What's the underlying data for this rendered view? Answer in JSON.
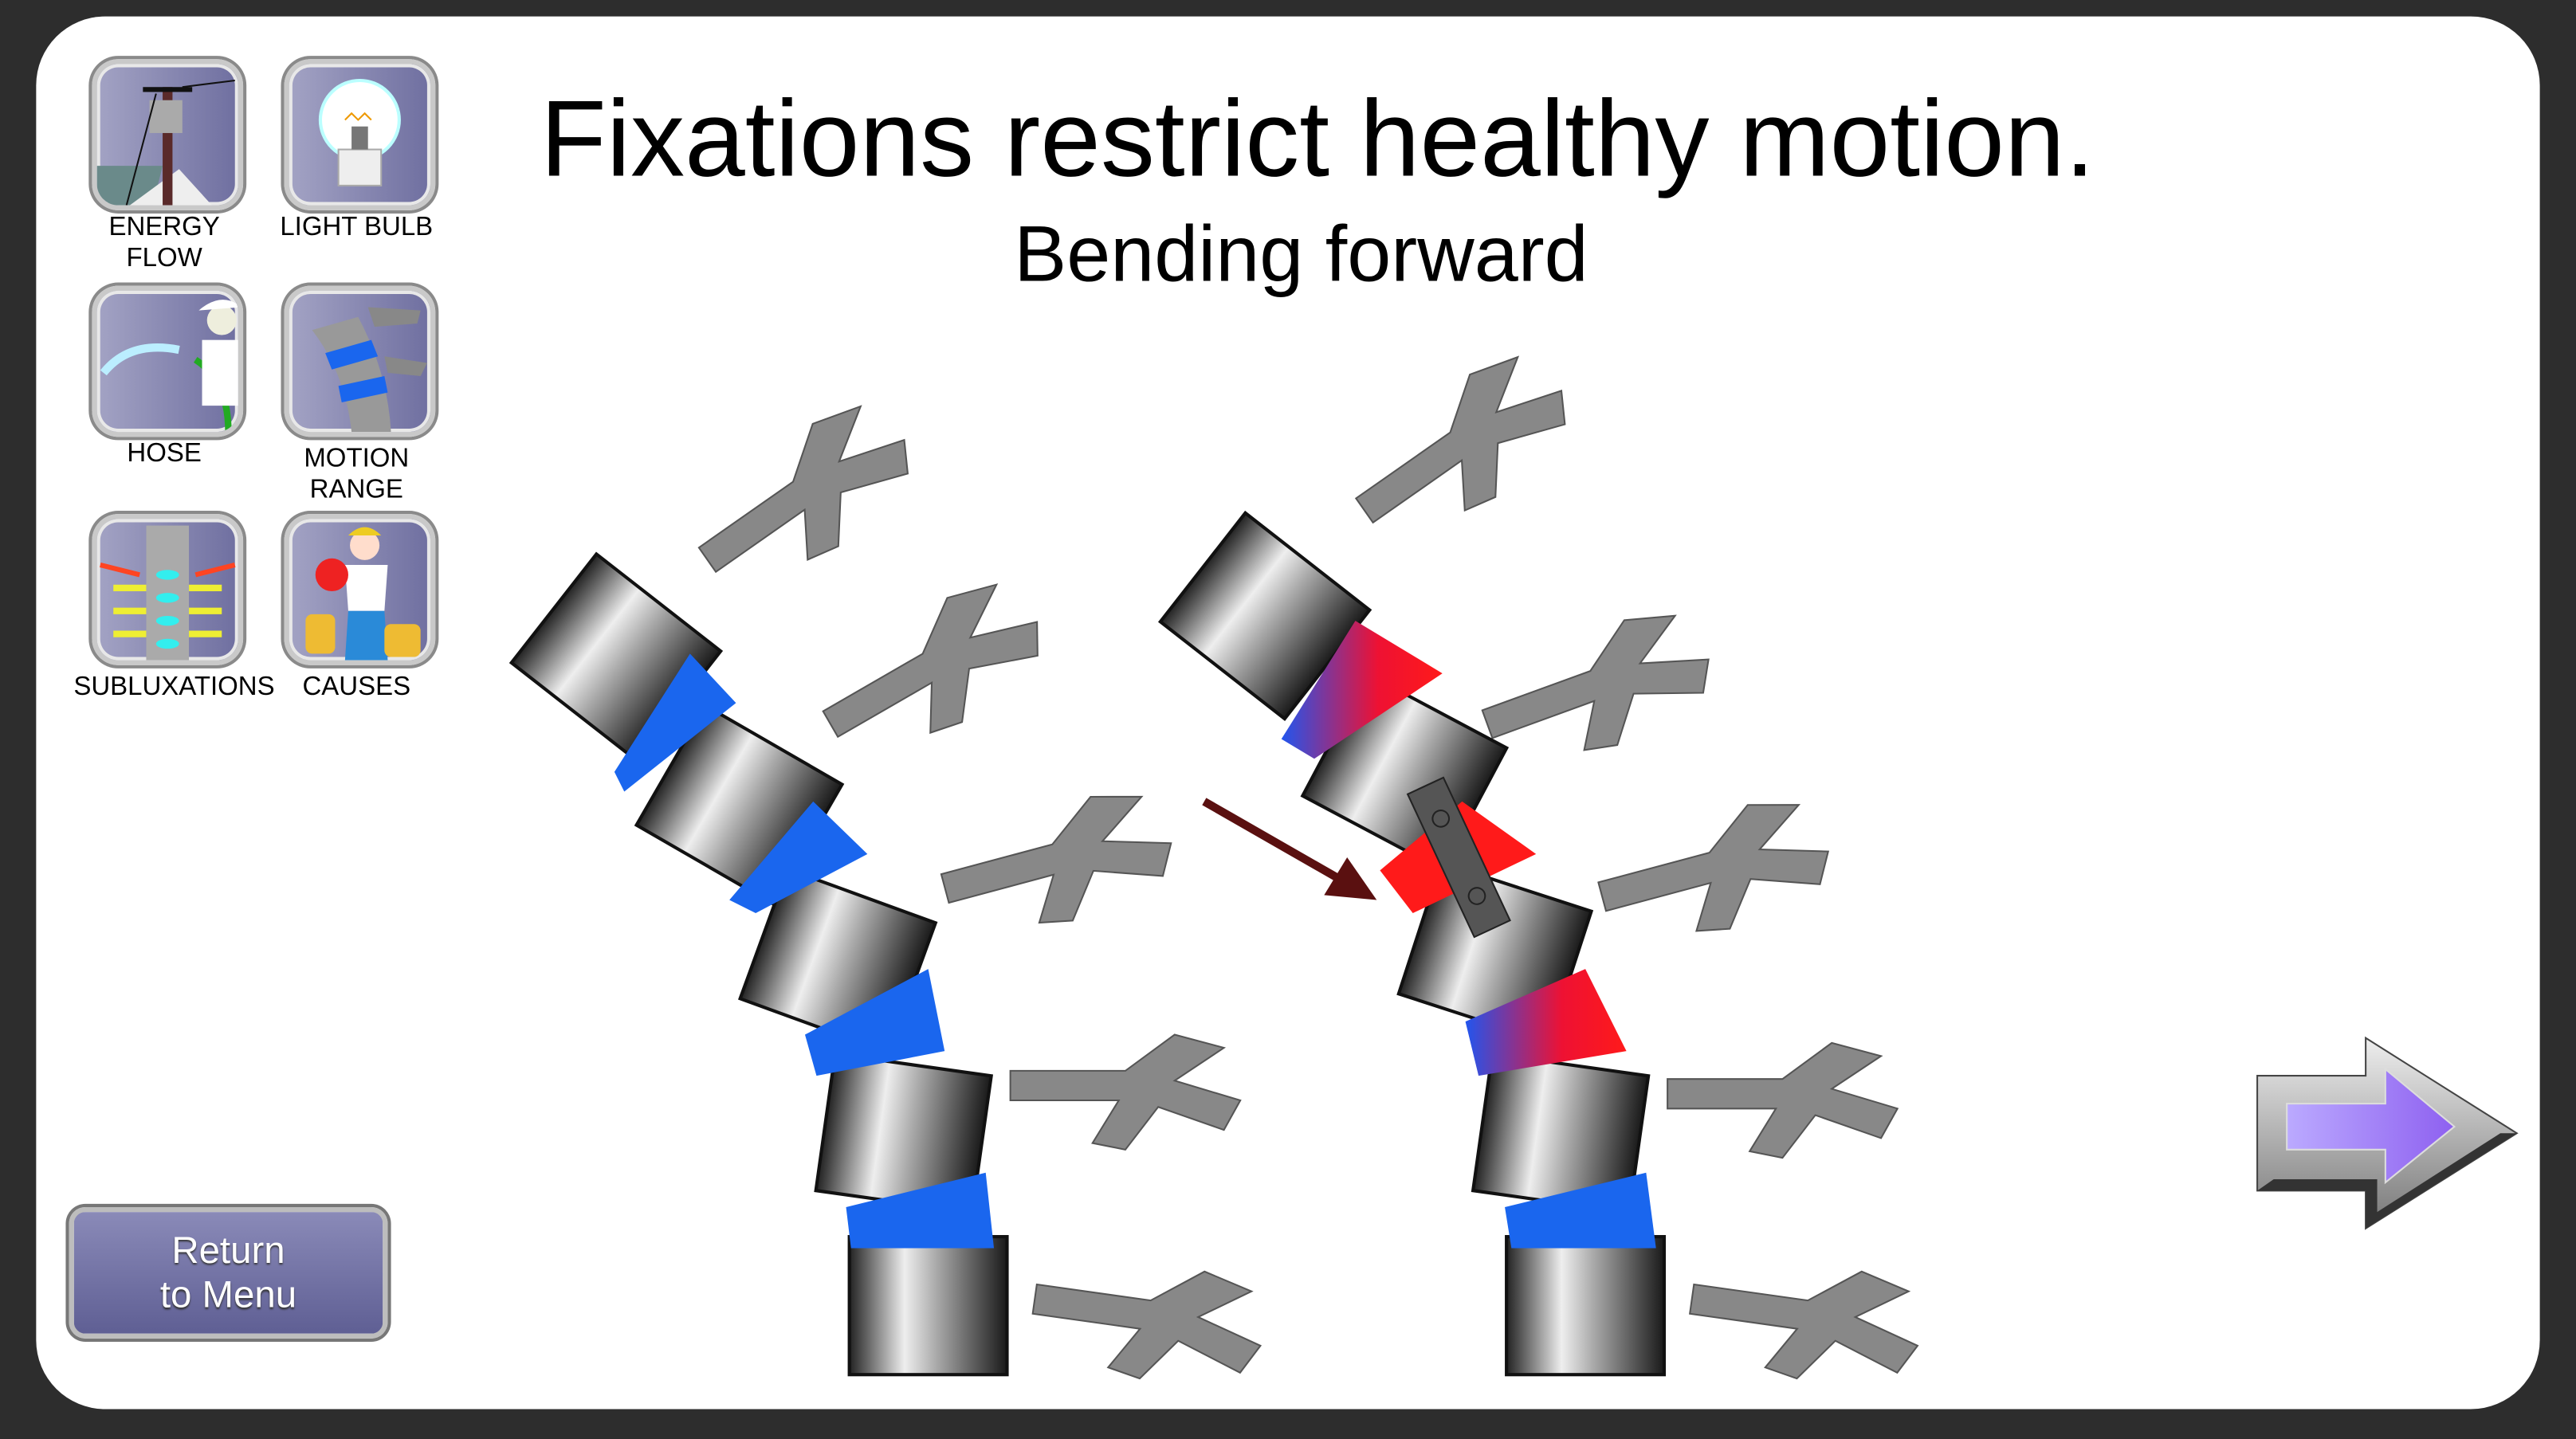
{
  "header": {
    "title": "Fixations restrict healthy motion.",
    "subtitle": "Bending forward"
  },
  "nav_tiles": [
    {
      "label": "ENERGY FLOW",
      "icon": "power-pole-icon"
    },
    {
      "label": "LIGHT BULB",
      "icon": "light-bulb-icon"
    },
    {
      "label": "HOSE",
      "icon": "hose-icon"
    },
    {
      "label": "MOTION RANGE",
      "icon": "spine-icon"
    },
    {
      "label": "SUBLUXATIONS",
      "icon": "vertebrae-icon"
    },
    {
      "label": "CAUSES",
      "icon": "worker-icon"
    }
  ],
  "menu_button": {
    "line1": "Return",
    "line2": "to Menu"
  },
  "colors": {
    "disc_healthy": "#1a66ee",
    "disc_fixated": "#ff1a1a",
    "tile": "#8585b2",
    "arrow": "#9a6ef5",
    "background": "#2d2d2d"
  }
}
